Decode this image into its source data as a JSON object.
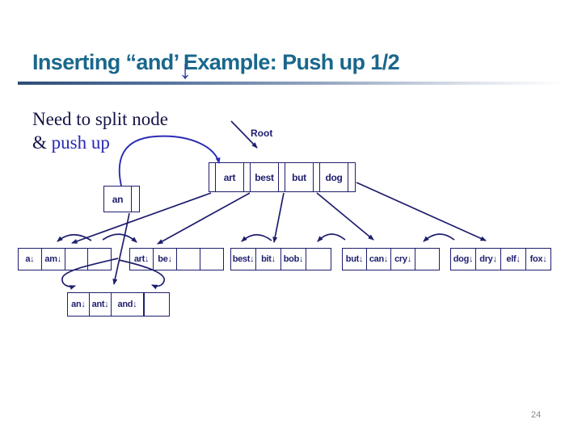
{
  "slide": {
    "title": "Inserting “and’ Example: Push up 1/2",
    "title_arrow": "↓",
    "note_line1": "Need to split node",
    "note_line2_prefix": "& ",
    "note_line2_highlight": "push up",
    "page_number": "24"
  },
  "tree": {
    "root_label": "Root",
    "root": {
      "keys": [
        "art",
        "best",
        "but",
        "dog"
      ]
    },
    "an_node": {
      "key": "an"
    },
    "leaves": [
      {
        "cells": [
          "a↓",
          "am↓",
          "",
          ""
        ]
      },
      {
        "cells": [
          "art↓",
          "be↓",
          "",
          ""
        ]
      },
      {
        "cells": [
          "best↓",
          "bit↓",
          "bob↓",
          ""
        ]
      },
      {
        "cells": [
          "but↓",
          "can↓",
          "cry↓",
          ""
        ]
      },
      {
        "cells": [
          "dog↓",
          "dry↓",
          "elf↓",
          "fox↓"
        ]
      }
    ],
    "split_node": {
      "cells": [
        "an↓",
        "ant↓",
        "and↓",
        ""
      ]
    }
  },
  "colors": {
    "title": "#19678c",
    "diagram_navy": "#1e1e6e",
    "highlight_blue": "#2a2ab4",
    "note_text": "#131347",
    "page_number": "#8a8a8a"
  }
}
